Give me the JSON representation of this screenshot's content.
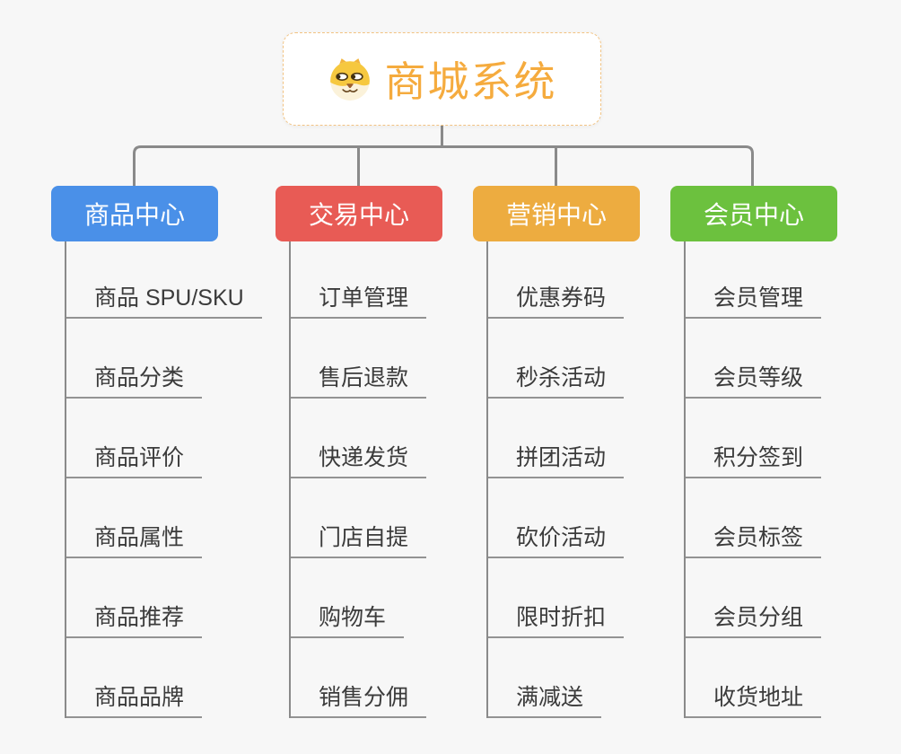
{
  "root": {
    "title": "商城系统",
    "icon": "shiba-dog-icon",
    "accent_color": "#F5AB3E"
  },
  "branches": [
    {
      "label": "商品中心",
      "color": "#4A90E8",
      "children": [
        "商品 SPU/SKU",
        "商品分类",
        "商品评价",
        "商品属性",
        "商品推荐",
        "商品品牌"
      ]
    },
    {
      "label": "交易中心",
      "color": "#E85B55",
      "children": [
        "订单管理",
        "售后退款",
        "快递发货",
        "门店自提",
        "购物车",
        "销售分佣"
      ]
    },
    {
      "label": "营销中心",
      "color": "#EDAC40",
      "children": [
        "优惠券码",
        "秒杀活动",
        "拼团活动",
        "砍价活动",
        "限时折扣",
        "满减送"
      ]
    },
    {
      "label": "会员中心",
      "color": "#6CC13E",
      "children": [
        "会员管理",
        "会员等级",
        "积分签到",
        "会员标签",
        "会员分组",
        "收货地址"
      ]
    }
  ],
  "canvas": {
    "background": "#F7F7F7",
    "connector_color": "#8A8A8A",
    "underline_color": "#939393",
    "child_text_color": "#3B3B3B"
  }
}
